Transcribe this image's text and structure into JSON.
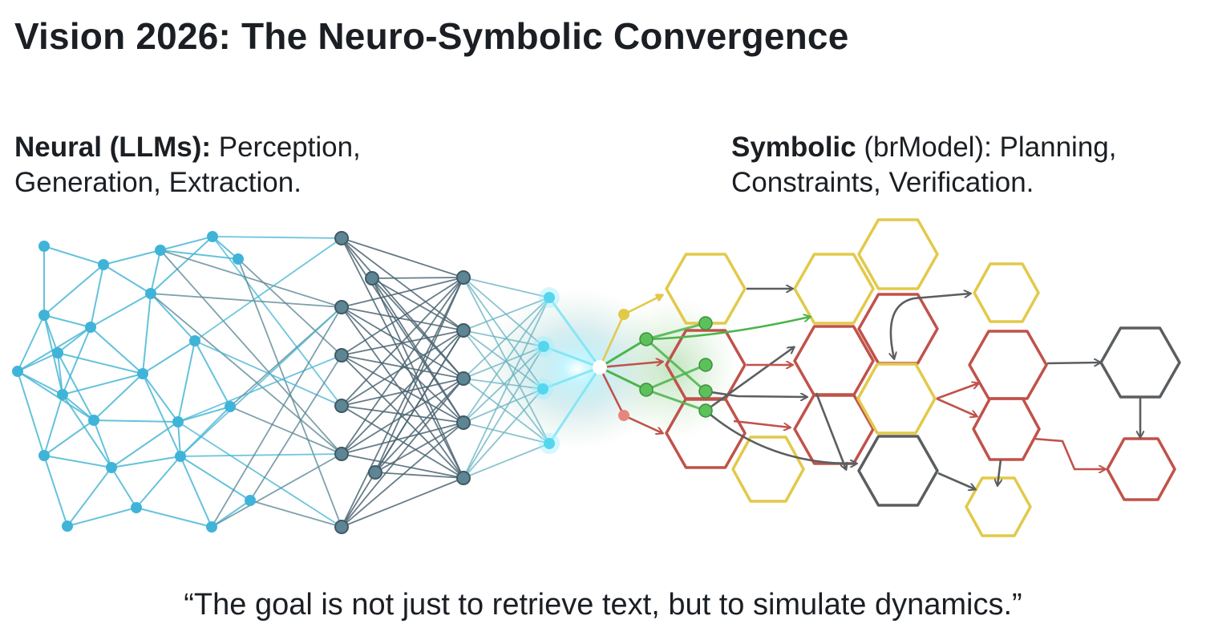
{
  "title": "Vision 2026: The Neuro-Symbolic Convergence",
  "neural": {
    "heading": "Neural (LLMs):",
    "line1": " Perception,",
    "line2": "Generation, Extraction."
  },
  "symbolic": {
    "heading": "Symbolic",
    "paren": " (brModel): Planning,",
    "line2": "Constraints, Verification."
  },
  "quote": "“The goal is not just to retrieve text, but to simulate dynamics.”",
  "colors": {
    "cyan": "#4bb8d6",
    "slate": "#4d6673",
    "yellow": "#e2c94a",
    "red": "#c0524a",
    "gray": "#5b5e60",
    "green": "#4cb44c",
    "text": "#1b1f24"
  }
}
